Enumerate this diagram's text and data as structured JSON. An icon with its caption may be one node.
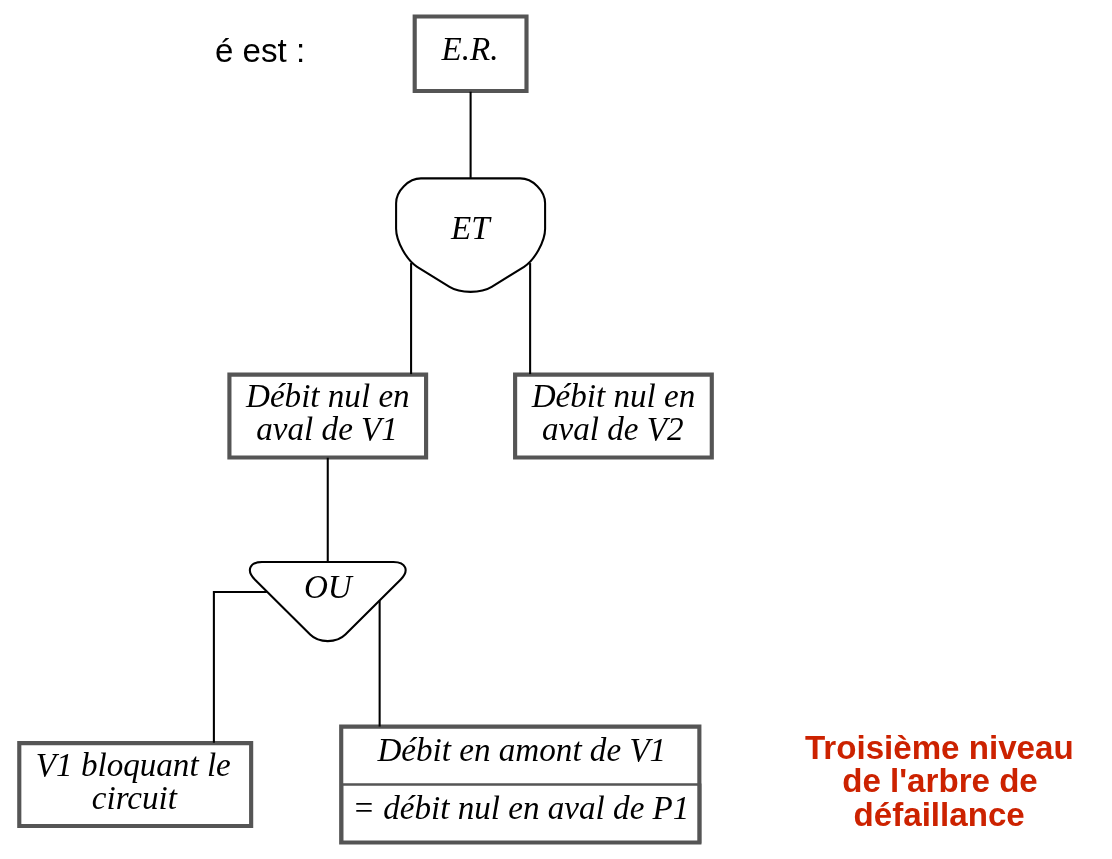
{
  "diagram": {
    "nodes": [
      {
        "text": [
          "E.R."
        ]
      },
      {
        "text": [
          "ET"
        ]
      },
      {
        "text": [
          "Débit nul en aval de V1"
        ]
      },
      {
        "text": [
          "Débit nul en aval de V2"
        ]
      },
      {
        "text": [
          "OU"
        ]
      },
      {
        "text": [
          "V1 bloquant le circuit"
        ]
      },
      {
        "text": [
          "Débit en amont de V1",
          "= débit nul en aval de P1"
        ]
      }
    ],
    "edges": [
      {
        "from": 0,
        "to": 1,
        "arrow": "none"
      },
      {
        "from": 1,
        "to": 2,
        "arrow": "none"
      },
      {
        "from": 1,
        "to": 3,
        "arrow": "none"
      },
      {
        "from": 2,
        "to": 4,
        "arrow": "none"
      },
      {
        "from": 4,
        "to": 5,
        "arrow": "none"
      },
      {
        "from": 4,
        "to": 6,
        "arrow": "none"
      }
    ],
    "labels": [
      "é est :",
      "Troisième niveau de l'arbre de défaillance"
    ]
  }
}
